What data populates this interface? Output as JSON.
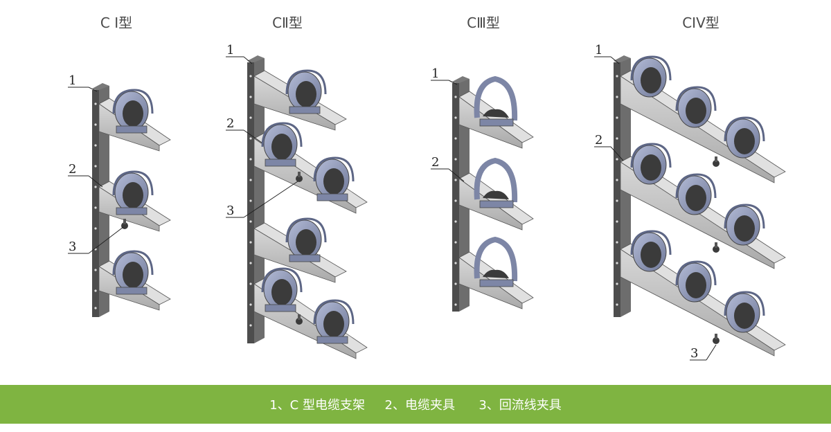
{
  "diagram": {
    "panels": [
      {
        "title": "C Ⅰ型",
        "callouts": [
          "1",
          "2",
          "3"
        ]
      },
      {
        "title": "CⅡ型",
        "callouts": [
          "1",
          "2",
          "3"
        ]
      },
      {
        "title": "CⅢ型",
        "callouts": [
          "1",
          "2"
        ]
      },
      {
        "title": "CIV型",
        "callouts": [
          "1",
          "2",
          "3"
        ]
      }
    ],
    "legend": "1、C 型电缆支架     2、电缆夹具      3、回流线夹具",
    "colors": {
      "legend_bar": "#7fb441",
      "legend_text": "#ffffff",
      "post": "#5a5a5a",
      "arm_top": "#c8c8c8",
      "arm_side": "#9a9a9a",
      "clamp": "#8e97b5",
      "cable": "#3b3b3b"
    }
  }
}
